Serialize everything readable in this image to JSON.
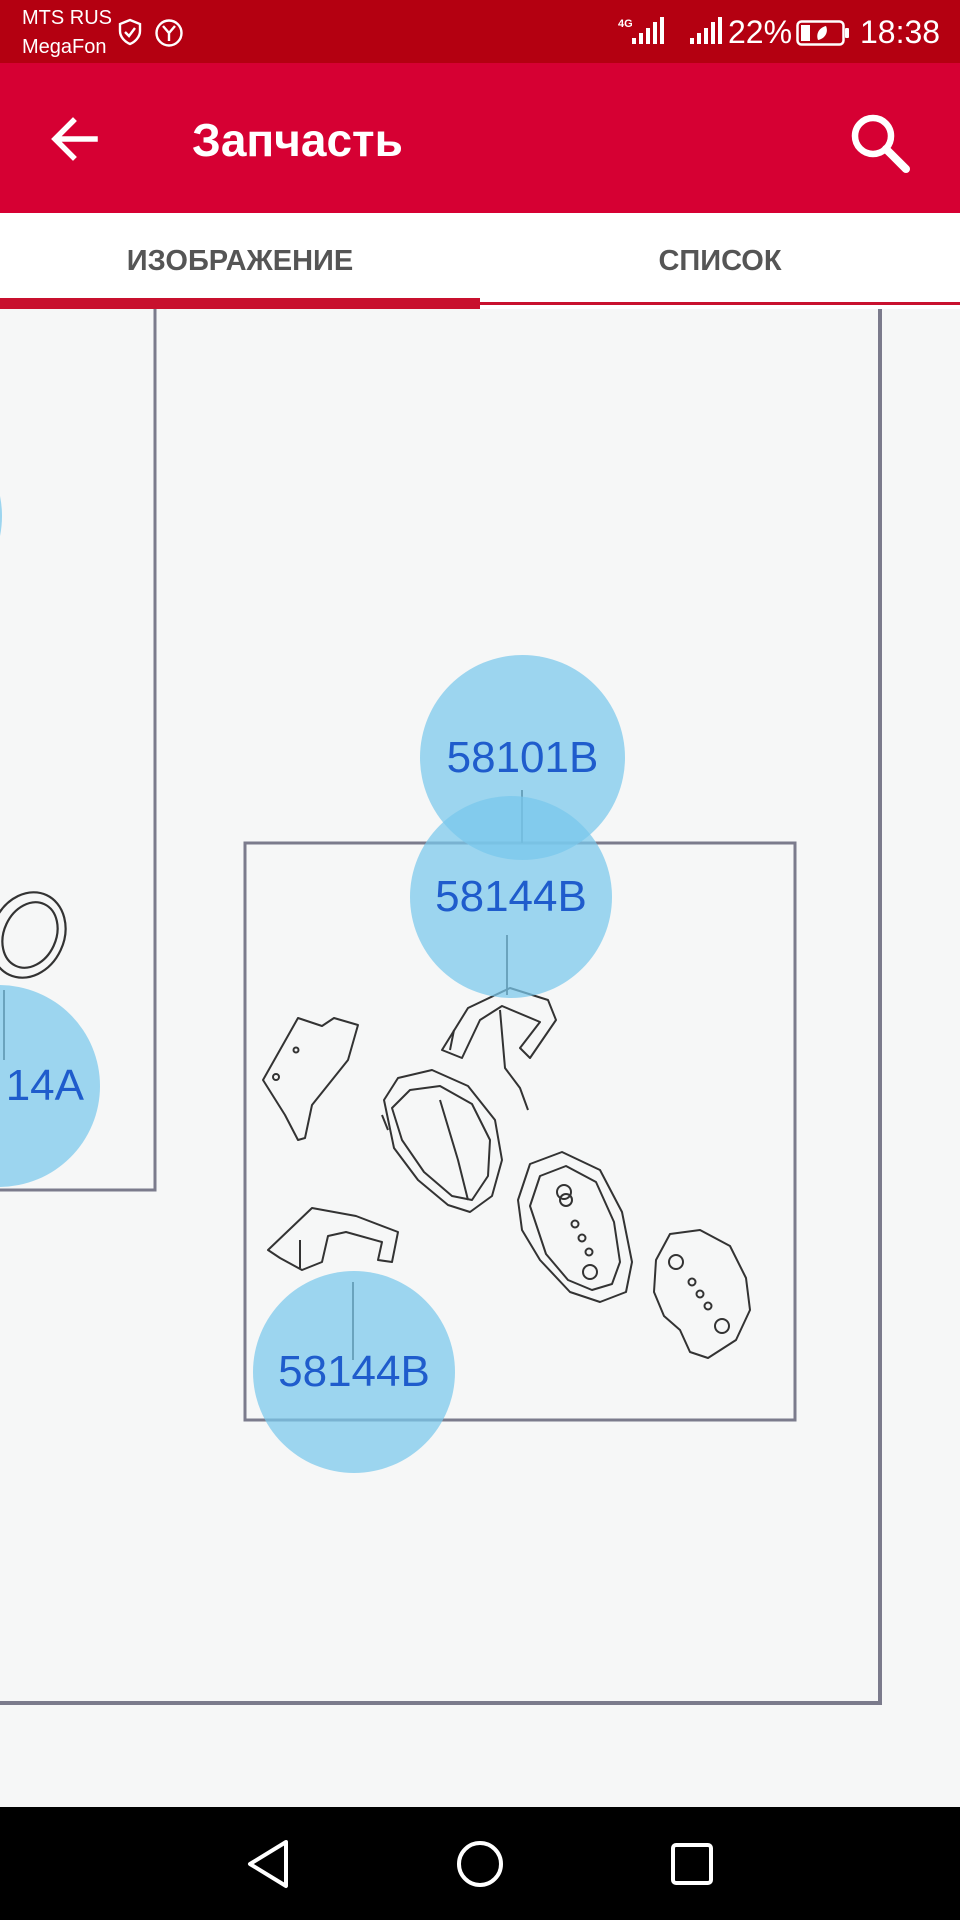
{
  "status_bar": {
    "carrier_line_1": "MTS RUS",
    "carrier_line_2": "MegaFon",
    "network_type": "4G",
    "battery_percent": "22%",
    "time": "18:38",
    "icons": [
      "shield-icon",
      "y-circle-icon",
      "signal-4g-icon",
      "signal-icon",
      "battery-icon"
    ]
  },
  "app_bar": {
    "title": "Запчасть",
    "back_icon": "arrow-left-icon",
    "search_icon": "search-icon",
    "background_color": "#d60033"
  },
  "tabs": [
    {
      "label": "ИЗОБРАЖЕНИЕ",
      "selected": true
    },
    {
      "label": "СПИСОК",
      "selected": false
    }
  ],
  "diagram": {
    "hotspots": [
      {
        "label": "58101B"
      },
      {
        "label": "58144B"
      },
      {
        "label": "58144B"
      },
      {
        "label": "14A"
      }
    ],
    "hotspot_color": "#78c8eb",
    "hotspot_text_color": "#1f5ccc"
  },
  "nav_bar": {
    "icons": [
      "nav-back-triangle-icon",
      "nav-home-circle-icon",
      "nav-recent-square-icon"
    ]
  }
}
